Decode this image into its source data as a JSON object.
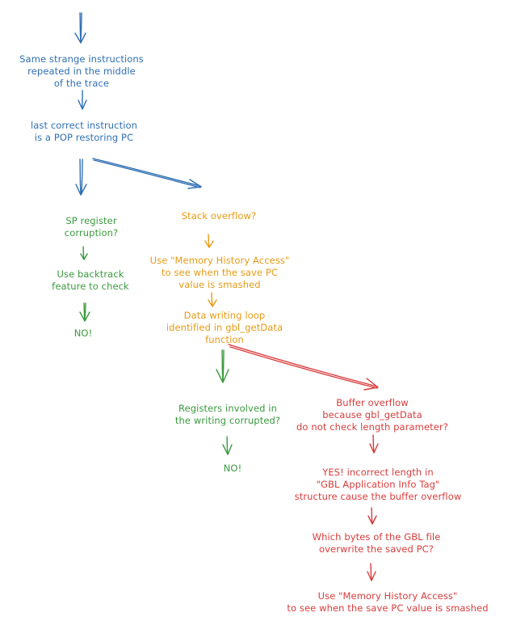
{
  "colors": {
    "blue": "#2f6fb3",
    "green": "#3a9a3e",
    "orange": "#e79a13",
    "red": "#d83c3c"
  },
  "nodes": {
    "same_strange": [
      "Same strange instructions",
      "repeated in the middle",
      "of the trace"
    ],
    "last_correct": [
      "last correct instruction",
      "is a POP restoring PC"
    ],
    "sp_register": [
      "SP register",
      "corruption?"
    ],
    "use_backtrack": [
      "Use backtrack",
      "feature to check"
    ],
    "no_left": [
      "NO!"
    ],
    "stack_overflow": [
      "Stack overflow?"
    ],
    "use_memory_history_1": [
      "Use \"Memory History Access\"",
      "to see when the save PC",
      "value is smashed"
    ],
    "data_writing_loop": [
      "Data writing loop",
      "identified in gbl_getData",
      "function"
    ],
    "registers_involved": [
      "Registers involved in",
      "the writing corrupted?"
    ],
    "no_middle": [
      "NO!"
    ],
    "buffer_overflow": [
      "Buffer overflow",
      "because gbl_getData",
      "do not check length parameter?"
    ],
    "yes_incorrect_length": [
      "YES! incorrect length in",
      "\"GBL Application Info Tag\"",
      "structure cause the buffer overflow"
    ],
    "which_bytes": [
      "Which bytes of the GBL file",
      "overwrite the saved PC?"
    ],
    "use_memory_history_2": [
      "Use \"Memory History Access\"",
      "to see when the save PC value is smashed"
    ]
  }
}
